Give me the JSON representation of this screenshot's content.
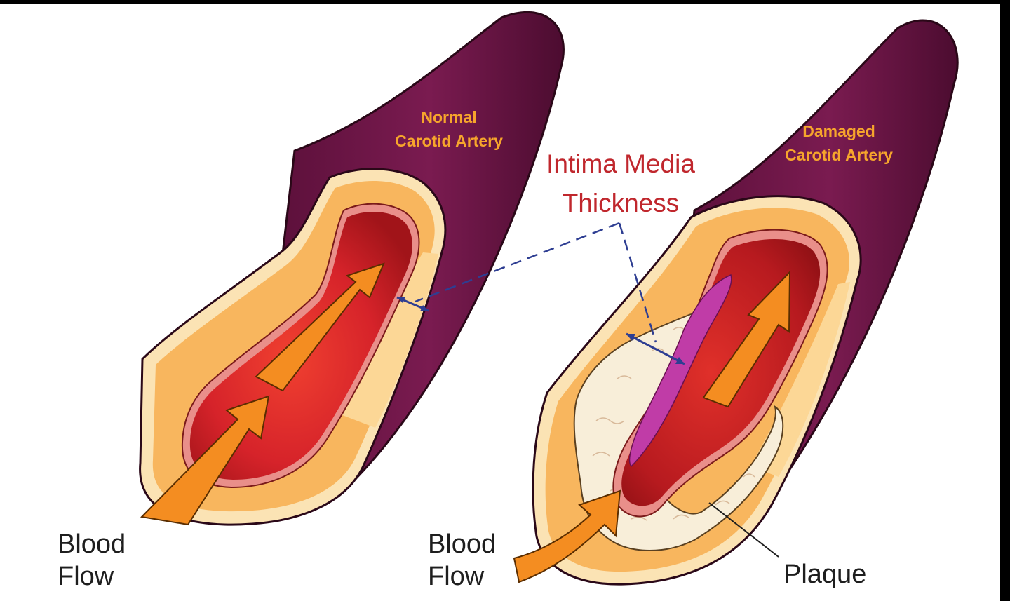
{
  "labels": {
    "normal_artery": [
      "Normal",
      "Carotid Artery"
    ],
    "damaged_artery": [
      "Damaged",
      "Carotid Artery"
    ],
    "imt": [
      "Intima Media",
      "Thickness"
    ],
    "blood_flow_left": [
      "Blood",
      "Flow"
    ],
    "blood_flow_right": [
      "Blood",
      "Flow"
    ],
    "plaque": "Plaque"
  },
  "colors": {
    "outer_wall": "#6e1646",
    "adventitia": "#fbe3b4",
    "media": "#f8b65e",
    "media_light": "#fcd796",
    "intima": "#e98f8a",
    "lumen": "#d6232a",
    "lumen_dark": "#a11419",
    "flow_arrow": "#f48d21",
    "plaque": "#f8eed9",
    "narrowed_lumen": "#c03ca7",
    "imt_line": "#2e3e92",
    "artery_label": "#f6a52c",
    "imt_label": "#c0272d"
  }
}
